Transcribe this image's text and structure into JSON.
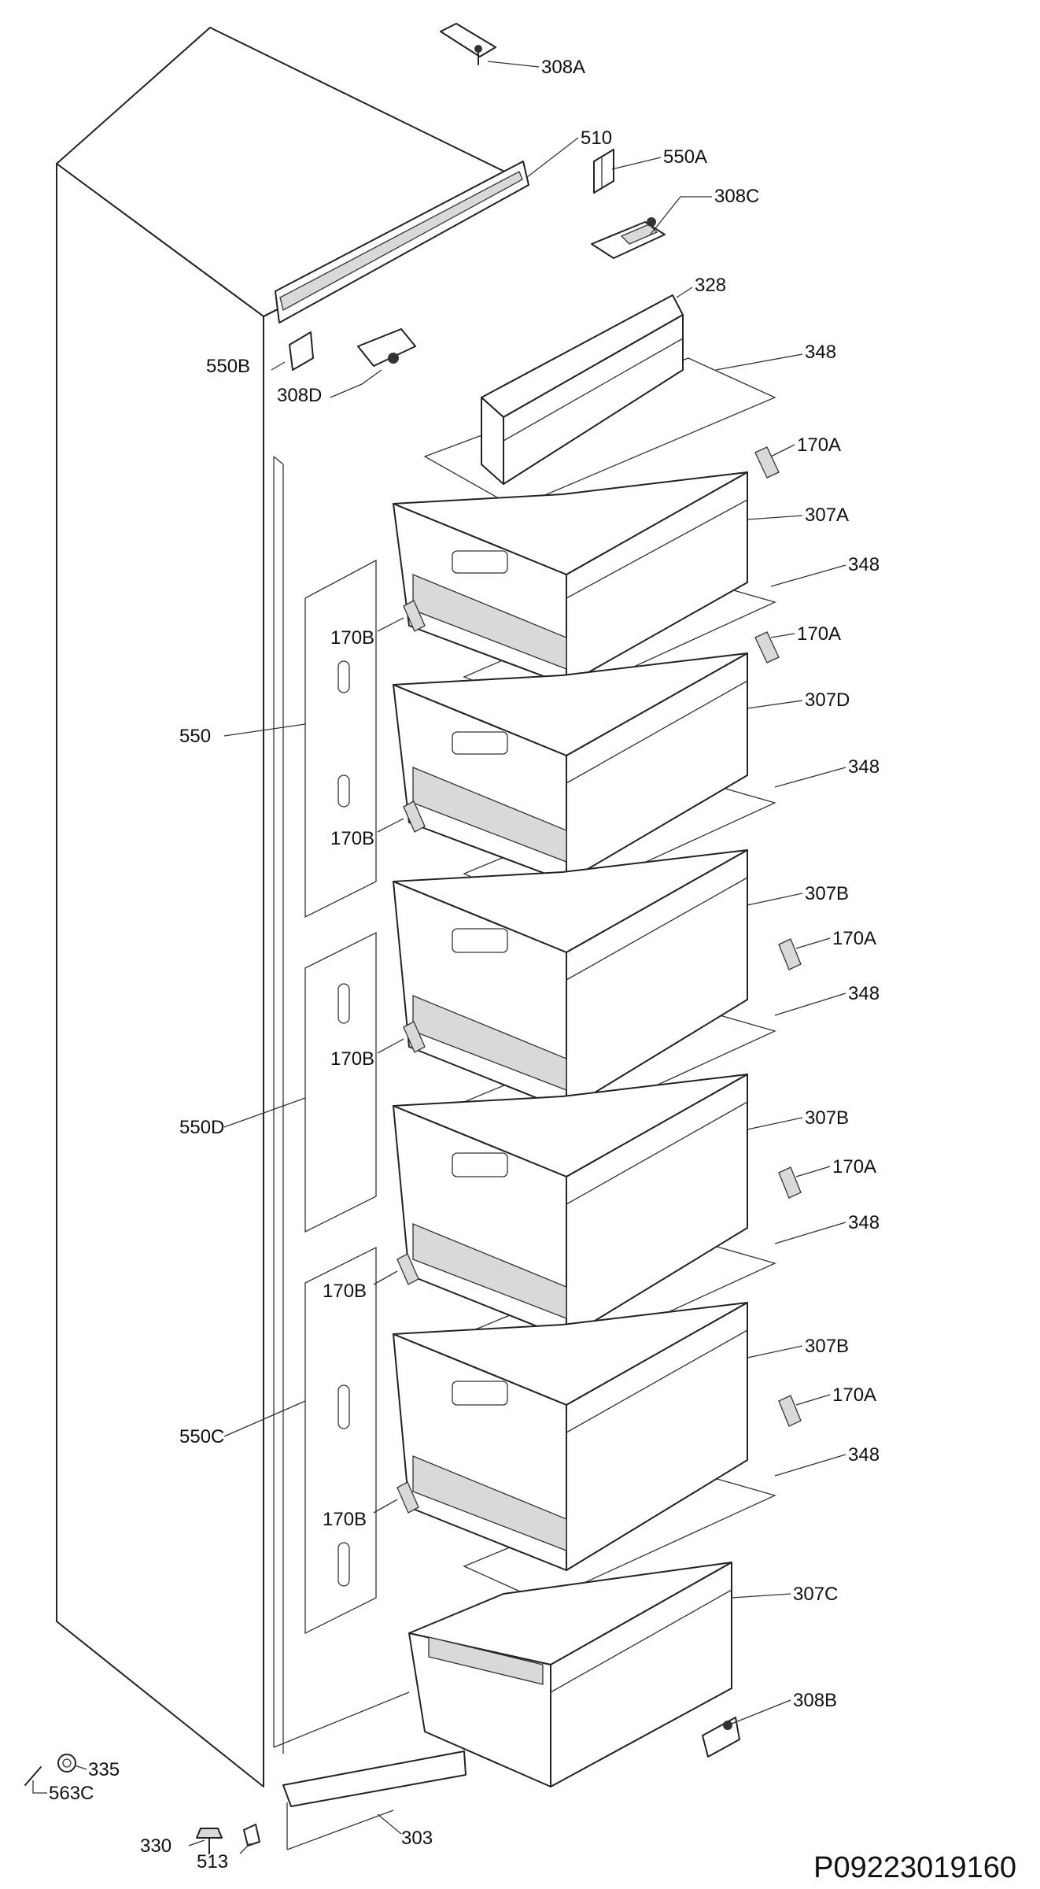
{
  "diagram": {
    "code": "P09223019160",
    "labels": {
      "l308A": "308A",
      "l510": "510",
      "l550A": "550A",
      "l308C": "308C",
      "l328": "328",
      "l550B": "550B",
      "l308D": "308D",
      "l348": "348",
      "l170A": "170A",
      "l307A": "307A",
      "l170B": "170B",
      "l307D": "307D",
      "l550": "550",
      "l307B": "307B",
      "l550D": "550D",
      "l550C": "550C",
      "l307C": "307C",
      "l308B": "308B",
      "l335": "335",
      "l563C": "563C",
      "l330": "330",
      "l513": "513",
      "l303": "303"
    }
  }
}
